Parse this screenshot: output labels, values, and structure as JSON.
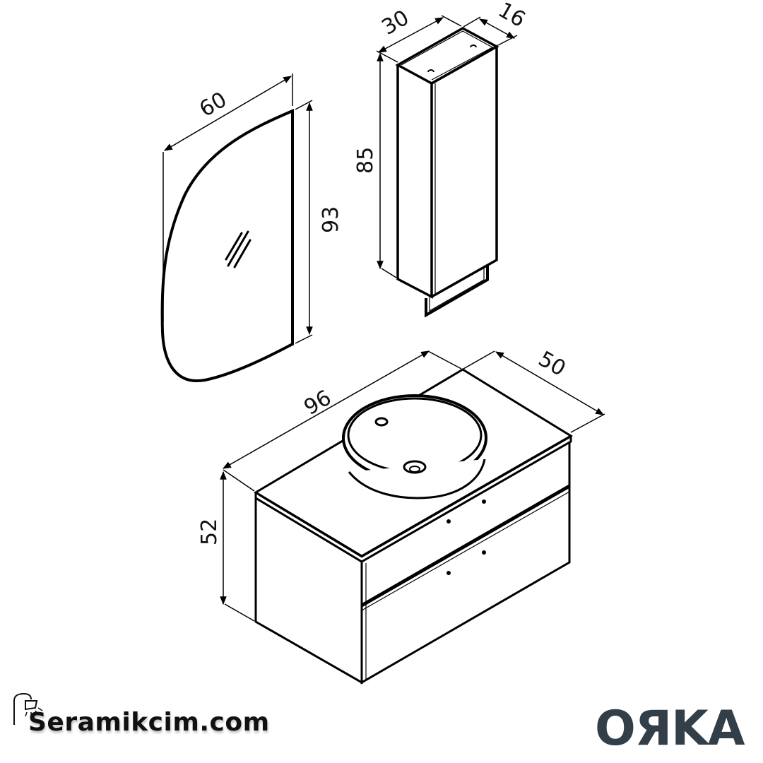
{
  "diagram": {
    "type": "technical-dimension-drawing",
    "units": "cm",
    "line_color": "#000000",
    "background": "#ffffff",
    "components": [
      {
        "name": "mirror",
        "dimensions": {
          "width": "60",
          "height": "93"
        }
      },
      {
        "name": "tall-cabinet",
        "dimensions": {
          "width": "30",
          "depth": "16",
          "height": "85"
        }
      },
      {
        "name": "vanity-cabinet-with-basin",
        "dimensions": {
          "width": "96",
          "depth": "50",
          "height": "52"
        },
        "drawers": 2
      }
    ]
  },
  "labels": {
    "mirror_width": "60",
    "mirror_height": "93",
    "cabinet_width": "30",
    "cabinet_depth": "16",
    "cabinet_height": "85",
    "vanity_width": "96",
    "vanity_depth": "50",
    "vanity_height": "52"
  },
  "branding": {
    "left_logo_text": "Seramikcim.com",
    "left_logo_icon": "shower-icon",
    "right_logo_text": "OЯKA",
    "right_logo_color": "#323e48"
  }
}
